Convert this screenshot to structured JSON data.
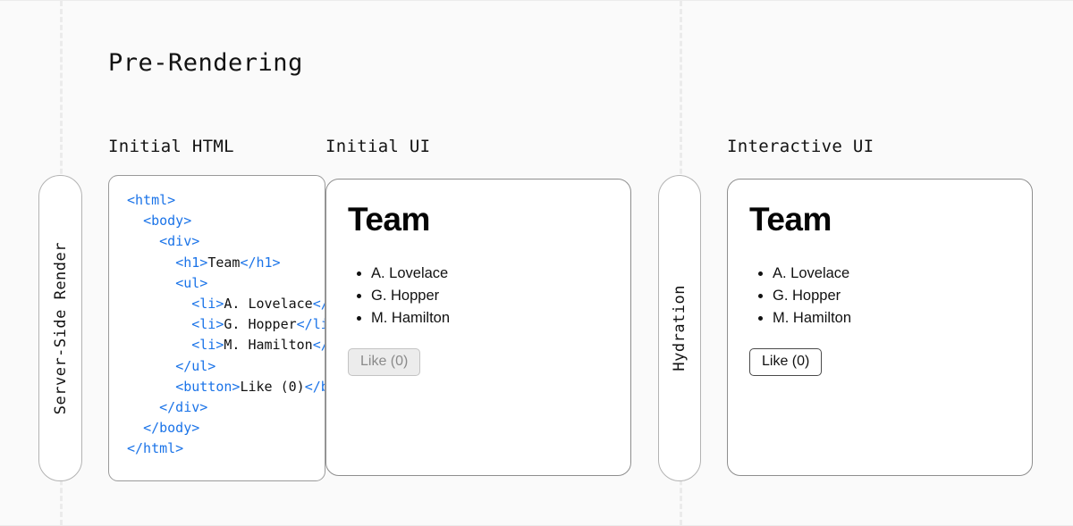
{
  "page": {
    "title": "Pre-Rendering",
    "background_color": "#fafafa"
  },
  "guides": {
    "color": "#ebebeb",
    "style": "dashed"
  },
  "columns": {
    "initial_html_caption": "Initial HTML",
    "initial_ui_caption": "Initial UI",
    "interactive_ui_caption": "Interactive UI"
  },
  "phases": [
    {
      "name": "server-side-render",
      "label": "Server-Side Render"
    },
    {
      "name": "hydration",
      "label": "Hydration"
    }
  ],
  "code_panel": {
    "name": "initial-html-code",
    "tag_color": "#1a73e8",
    "text_color": "#111111",
    "lines": [
      {
        "indent": 0,
        "parts": [
          {
            "t": "tag",
            "v": "<html>"
          }
        ]
      },
      {
        "indent": 1,
        "parts": [
          {
            "t": "tag",
            "v": "<body>"
          }
        ]
      },
      {
        "indent": 2,
        "parts": [
          {
            "t": "tag",
            "v": "<div>"
          }
        ]
      },
      {
        "indent": 3,
        "parts": [
          {
            "t": "tag",
            "v": "<h1>"
          },
          {
            "t": "txt",
            "v": "Team"
          },
          {
            "t": "tag",
            "v": "</h1>"
          }
        ]
      },
      {
        "indent": 3,
        "parts": [
          {
            "t": "tag",
            "v": "<ul>"
          }
        ]
      },
      {
        "indent": 4,
        "parts": [
          {
            "t": "tag",
            "v": "<li>"
          },
          {
            "t": "txt",
            "v": "A. Lovelace"
          },
          {
            "t": "tag",
            "v": "</li>"
          }
        ]
      },
      {
        "indent": 4,
        "parts": [
          {
            "t": "tag",
            "v": "<li>"
          },
          {
            "t": "txt",
            "v": "G. Hopper"
          },
          {
            "t": "tag",
            "v": "</li>"
          }
        ]
      },
      {
        "indent": 4,
        "parts": [
          {
            "t": "tag",
            "v": "<li>"
          },
          {
            "t": "txt",
            "v": "M. Hamilton"
          },
          {
            "t": "tag",
            "v": "</li>"
          }
        ]
      },
      {
        "indent": 3,
        "parts": [
          {
            "t": "tag",
            "v": "</ul>"
          }
        ]
      },
      {
        "indent": 3,
        "parts": [
          {
            "t": "tag",
            "v": "<button>"
          },
          {
            "t": "txt",
            "v": "Like (0)"
          },
          {
            "t": "tag",
            "v": "</button>"
          }
        ]
      },
      {
        "indent": 2,
        "parts": [
          {
            "t": "tag",
            "v": "</div>"
          }
        ]
      },
      {
        "indent": 1,
        "parts": [
          {
            "t": "tag",
            "v": "</body>"
          }
        ]
      },
      {
        "indent": 0,
        "parts": [
          {
            "t": "tag",
            "v": "</html>"
          }
        ]
      }
    ]
  },
  "initial_ui": {
    "heading": "Team",
    "members": [
      "A. Lovelace",
      "G. Hopper",
      "M. Hamilton"
    ],
    "button_label": "Like (0)",
    "button_state": "disabled"
  },
  "interactive_ui": {
    "heading": "Team",
    "members": [
      "A. Lovelace",
      "G. Hopper",
      "M. Hamilton"
    ],
    "button_label": "Like (0)",
    "button_state": "enabled"
  }
}
